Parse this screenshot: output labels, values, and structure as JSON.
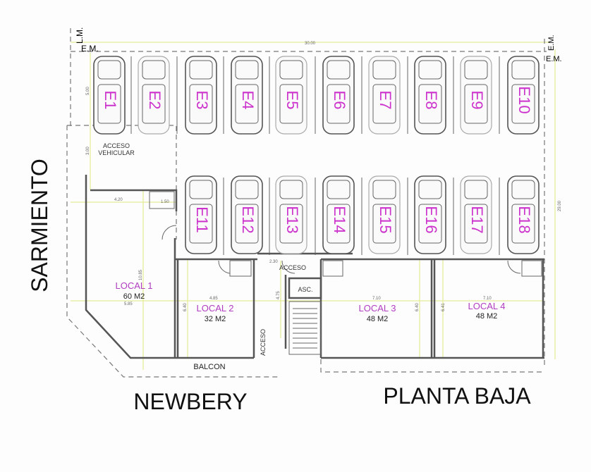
{
  "title": "PLANTA BAJA",
  "streets": {
    "left": "SARMIENTO",
    "bottom": "NEWBERY"
  },
  "markers": {
    "lm": "L.M.",
    "em_left": "E.M.",
    "em_right_top": "E.M.",
    "em_right": "E.M."
  },
  "parking_spaces": [
    "E1",
    "E2",
    "E3",
    "E4",
    "E5",
    "E6",
    "E7",
    "E8",
    "E9",
    "E10",
    "E11",
    "E12",
    "E13",
    "E14",
    "E15",
    "E16",
    "E17",
    "E18"
  ],
  "locals": [
    {
      "name": "LOCAL 1",
      "area": "60 M2"
    },
    {
      "name": "LOCAL 2",
      "area": "32 M2"
    },
    {
      "name": "LOCAL 3",
      "area": "48 M2"
    },
    {
      "name": "LOCAL 4",
      "area": "48 M2"
    }
  ],
  "labels": {
    "vehicle_access_1": "ACCESO",
    "vehicle_access_2": "VEHICULAR",
    "access_top": "ACCESO",
    "access_side": "ACCESO",
    "elevator": "ASC.",
    "balcony": "BALCON"
  },
  "dimensions": {
    "width": "30.00",
    "depth": "29.00",
    "stall": "5.00",
    "access": "3.00",
    "l1_w": "4.20",
    "bath": "1.50",
    "l1_d": "10.85",
    "l1_w2": "5.85",
    "l2_w": "4.85",
    "l2_d": "6.40",
    "hall": "2.30",
    "stair": "4.75",
    "l3_w": "7.10",
    "l3_d": "6.40",
    "l4_d": "6.41",
    "l4_w": "7.10"
  }
}
